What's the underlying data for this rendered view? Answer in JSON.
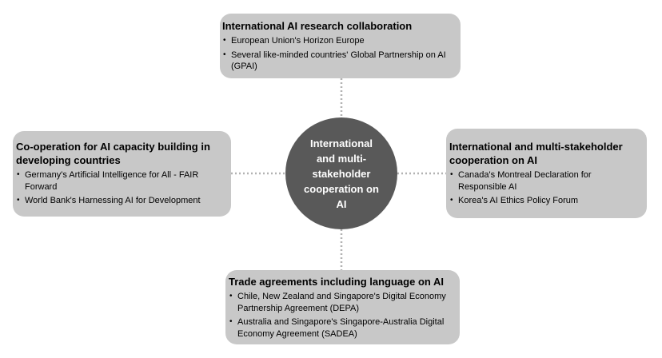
{
  "hub": {
    "label": "International and multi-stakeholder cooperation on AI"
  },
  "boxes": {
    "top": {
      "title": "International AI research collaboration",
      "items": [
        "European Union's Horizon Europe",
        "Several like-minded countries' Global Partnership on AI (GPAI)"
      ]
    },
    "left": {
      "title": "Co-operation for AI capacity building in developing countries",
      "items": [
        "Germany's Artificial Intelligence for All - FAIR Forward",
        "World Bank's Harnessing AI for Development"
      ]
    },
    "right": {
      "title": "International and multi-stakeholder cooperation on AI",
      "items": [
        "Canada's Montreal Declaration for Responsible AI",
        "Korea's AI Ethics Policy Forum"
      ]
    },
    "bottom": {
      "title": "Trade agreements including language on AI",
      "items": [
        "Chile, New Zealand and Singapore's Digital Economy Partnership Agreement (DEPA)",
        "Australia and Singapore's Singapore-Australia Digital Economy Agreement (SADEA)"
      ]
    }
  },
  "colors": {
    "box_fill": "#c8c8c8",
    "hub_fill": "#595959",
    "connector": "#b3b3b3"
  }
}
